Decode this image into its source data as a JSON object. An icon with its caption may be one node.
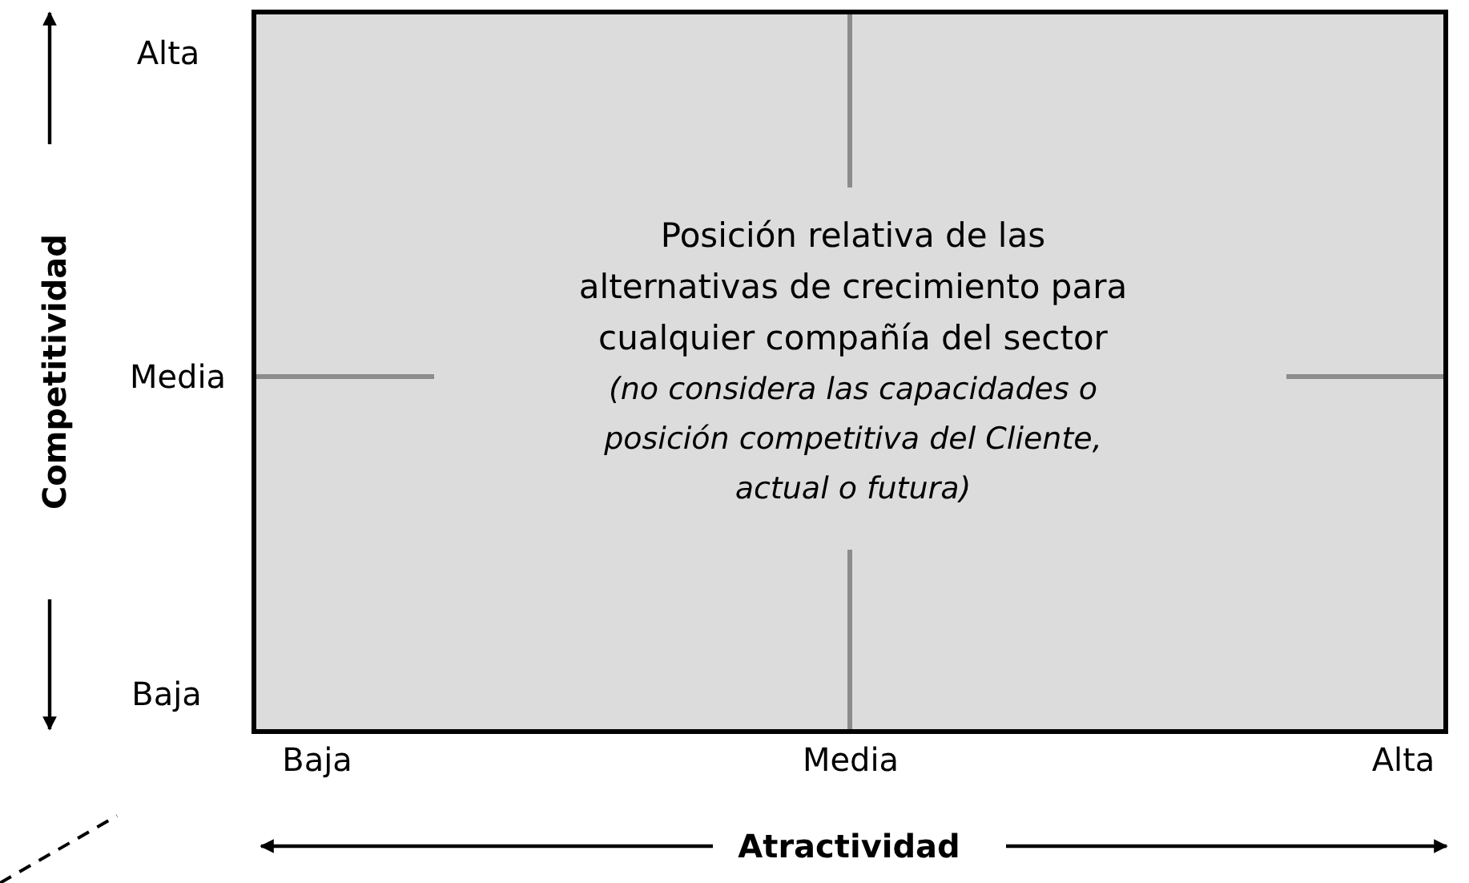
{
  "diagram": {
    "nodes": [
      {
        "text": [
          "Posición relativa de las alternativas de crecimiento para cualquier compañía del sector",
          "(no considera las capacidades o posición competitiva del Cliente, actual o futura)"
        ]
      }
    ],
    "edges": [],
    "labels": [
      "Alta",
      "Media",
      "Baja",
      "Competitividad",
      "Baja",
      "Media",
      "Alta",
      "Atractividad"
    ]
  }
}
